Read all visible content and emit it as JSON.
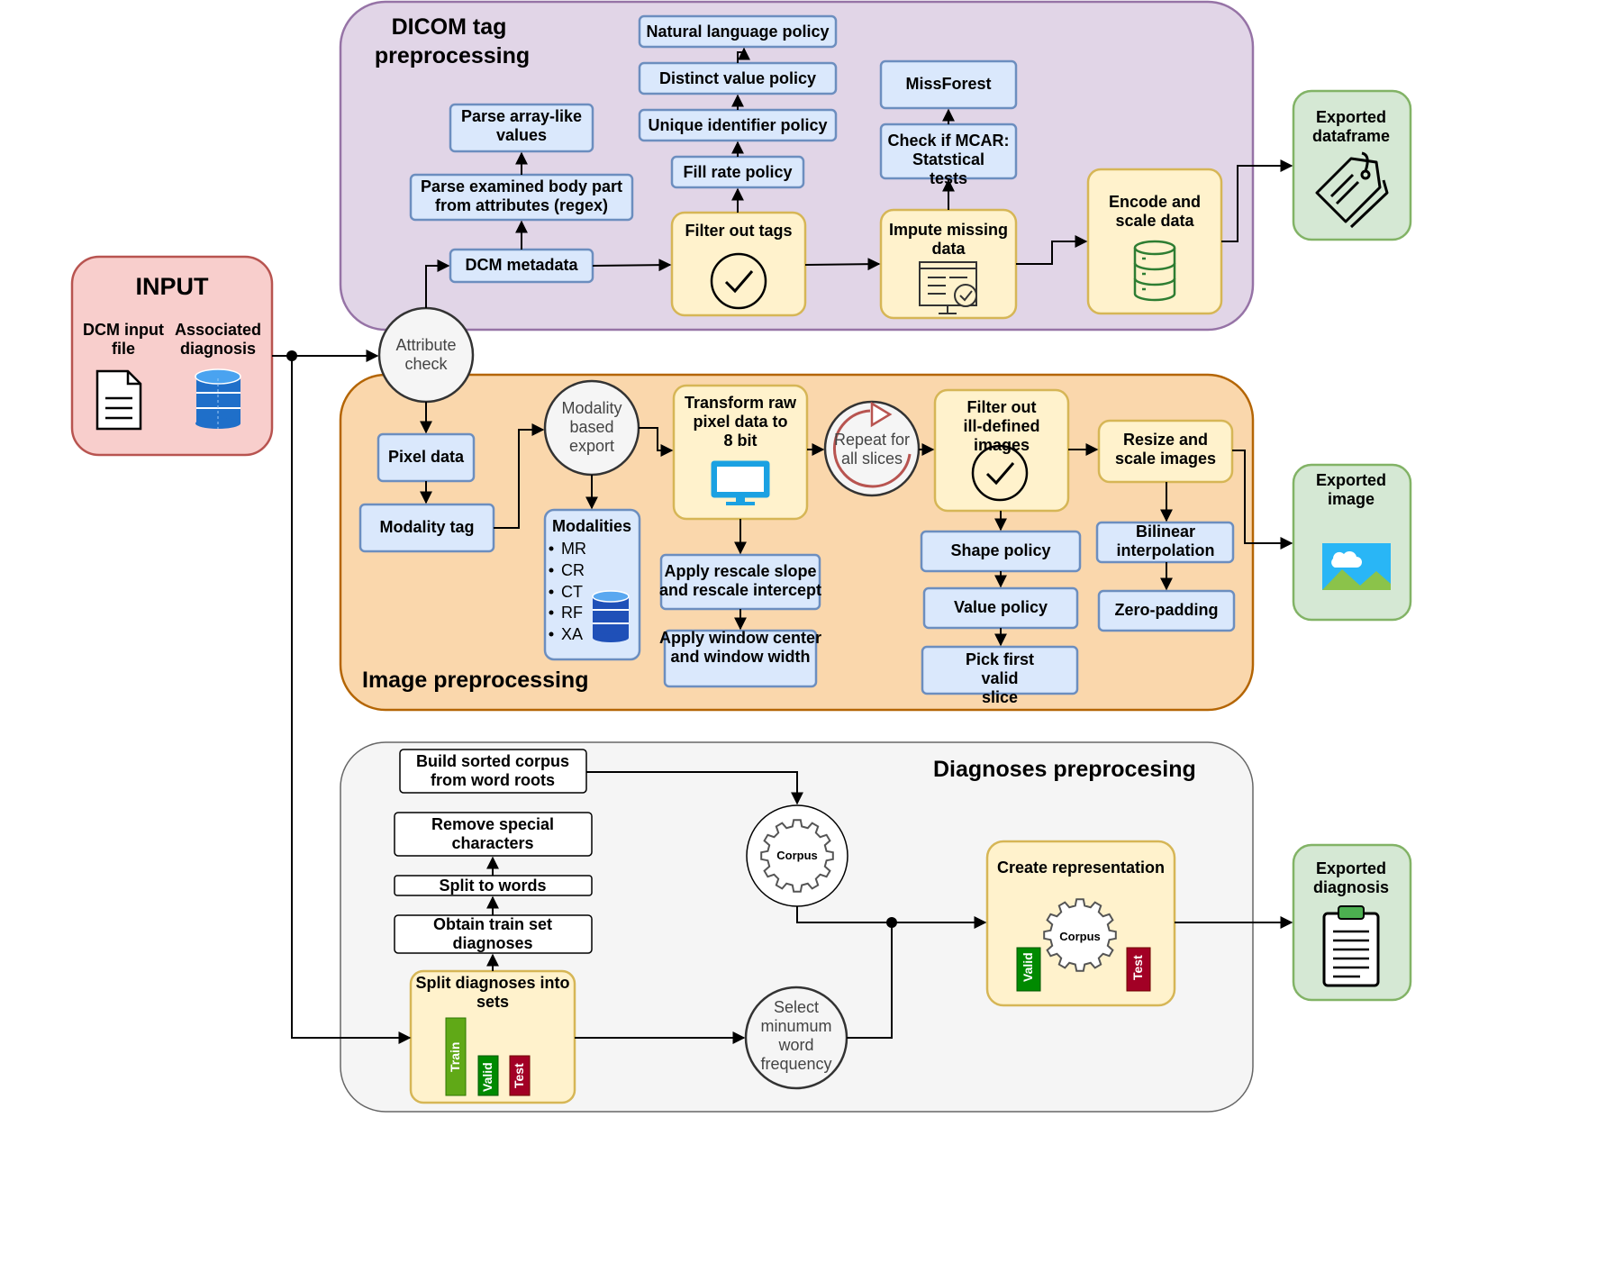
{
  "groups": {
    "dicom": "DICOM tag preprocessing",
    "image": "Image preprocessing",
    "diagnoses": "Diagnoses preprocesing"
  },
  "input": {
    "title": "INPUT",
    "dcm_file": "DCM input file",
    "diagnosis": "Associated diagnosis"
  },
  "dicom": {
    "natural_language": "Natural language policy",
    "distinct_value": "Distinct value policy",
    "unique_identifier": "Unique identifier policy",
    "fill_rate": "Fill rate policy",
    "filter_tags": "Filter out tags",
    "parse_array": "Parse array-like values",
    "parse_body_part": "Parse examined body part from attributes (regex)",
    "dcm_metadata": "DCM metadata",
    "missforest": "MissForest",
    "mcar": "Check if MCAR: Statstical tests",
    "impute": "Impute missing data",
    "encode": "Encode and scale data"
  },
  "image": {
    "attribute_check": "Attribute check",
    "pixel_data": "Pixel data",
    "modality_tag": "Modality tag",
    "modality_export": "Modality based export",
    "modalities_title": "Modalities",
    "modalities": [
      "MR",
      "CR",
      "CT",
      "RF",
      "XA"
    ],
    "transform": "Transform raw pixel data to 8 bit",
    "rescale": "Apply  rescale slope and rescale intercept",
    "window": "Apply window center and window width",
    "repeat": "Repeat for all slices",
    "filter_images": "Filter out ill-defined images",
    "shape_policy": "Shape policy",
    "value_policy": "Value policy",
    "pick_slice": "Pick first valid slice",
    "resize": "Resize and scale images",
    "bilinear": "Bilinear interpolation",
    "zero_padding": "Zero-padding"
  },
  "diag": {
    "build_corpus": "Build sorted corpus from word roots",
    "remove_special": "Remove special characters",
    "split_words": "Split to words",
    "obtain_train": "Obtain train set diagnoses",
    "split_sets": "Split diagnoses into sets",
    "select_freq": "Select minumum word frequency",
    "corpus": "Corpus",
    "create_rep": "Create representation",
    "train": "Train",
    "valid": "Valid",
    "test": "Test"
  },
  "outputs": {
    "dataframe": "Exported dataframe",
    "image": "Exported image",
    "diagnosis": "Exported diagnosis"
  },
  "colors": {
    "dicom_group": "#e1d5e7",
    "image_group": "#fad7ac",
    "diag_group": "#f5f5f5",
    "input": "#f8cecc",
    "output": "#d5e8d4",
    "process_blue": "#dae8fc",
    "process_yellow": "#fff2cc",
    "train_bar": "#60a917",
    "valid_bar": "#008a00",
    "test_bar": "#a20025"
  },
  "icons": [
    "document-icon",
    "database-icon",
    "check-circle-icon",
    "monitor-checklist-icon",
    "database-stack-icon",
    "price-tag-icon",
    "monitor-icon",
    "refresh-icon",
    "gear-icon",
    "image-icon",
    "clipboard-icon"
  ]
}
